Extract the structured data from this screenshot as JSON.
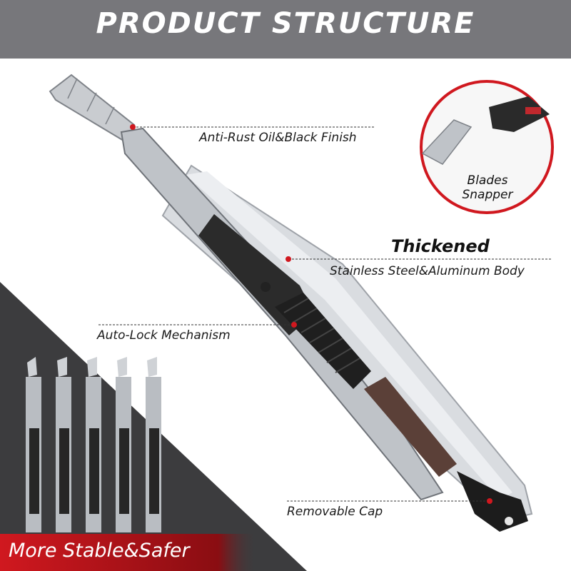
{
  "header": {
    "title": "PRODUCT STRUCTURE"
  },
  "callouts": {
    "anti_rust": "Anti-Rust Oil&Black Finish",
    "thickened": "Thickened",
    "body": "Stainless  Steel&Aluminum Body",
    "auto_lock": "Auto-Lock Mechanism",
    "removable_cap": "Removable Cap"
  },
  "inset": {
    "line1": "Blades",
    "line2": "Snapper"
  },
  "badge": {
    "text": "More Stable&Safer"
  },
  "colors": {
    "header_bg": "#77777b",
    "dark_panel": "#3c3c3e",
    "accent_red": "#d0181f",
    "handle_black": "#2b2b2b",
    "blade_silver": "#c9ccd0"
  }
}
